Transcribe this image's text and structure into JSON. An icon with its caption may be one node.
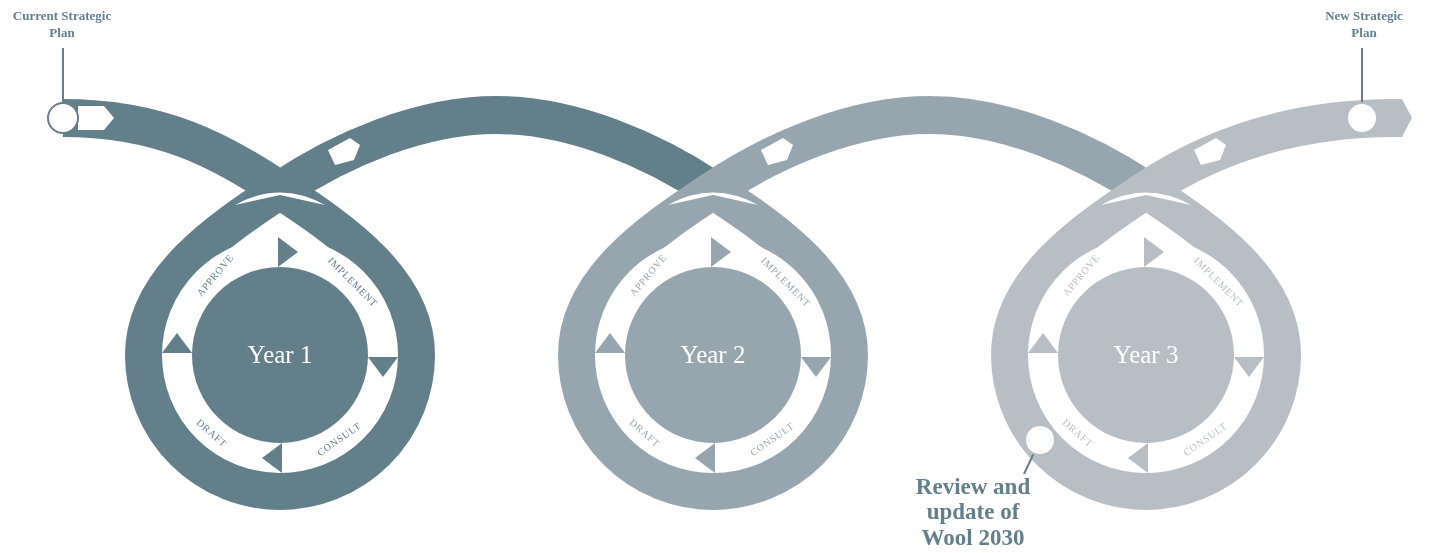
{
  "diagram": {
    "nodes": [
      {
        "text": [
          "Current Strategic Plan"
        ]
      },
      {
        "text": [],
        "shape": "circle"
      },
      {
        "text": [
          "New Strategic Plan"
        ]
      },
      {
        "text": [],
        "shape": "circle"
      },
      {
        "text": [
          "Year 1"
        ]
      },
      {
        "text": [
          "Year 2"
        ]
      },
      {
        "text": [
          "Year 3"
        ]
      },
      {
        "text": [
          "Review and update of Wool 2030"
        ]
      },
      {
        "text": [],
        "shape": "circle"
      }
    ],
    "edges": [
      {
        "from": 0,
        "to": 1,
        "arrow": "none"
      },
      {
        "from": 2,
        "to": 3,
        "arrow": "none"
      },
      {
        "from": 7,
        "to": 8,
        "arrow": "none"
      }
    ],
    "labels": [
      "APPROVE",
      "IMPLEMENT",
      "CONSULT",
      "DRAFT",
      "APPROVE",
      "IMPLEMENT",
      "CONSULT",
      "DRAFT",
      "APPROVE",
      "IMPLEMENT",
      "CONSULT",
      "DRAFT"
    ]
  }
}
